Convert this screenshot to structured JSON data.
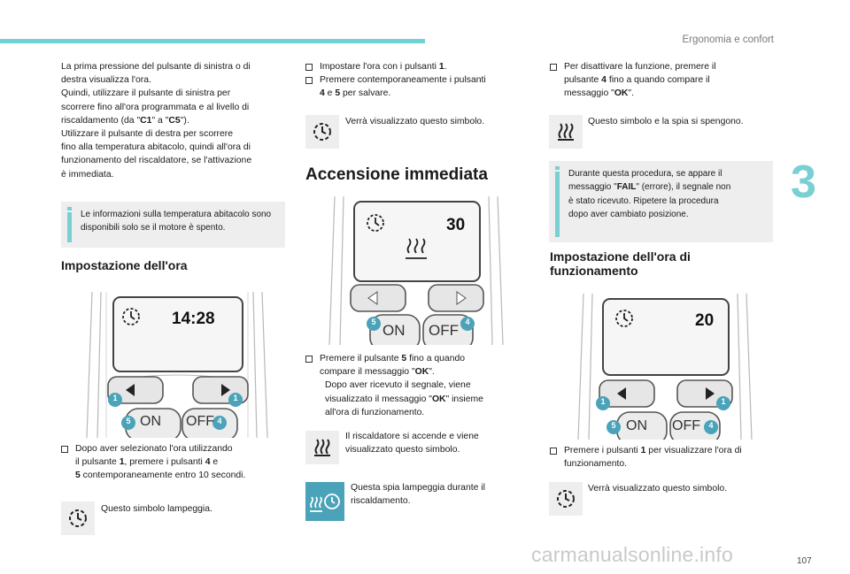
{
  "header": {
    "section": "Ergonomia e confort",
    "chapter": "3"
  },
  "page_number": "107",
  "watermark": "carmanualsonline.info",
  "col1": {
    "intro": [
      "La prima pressione del pulsante di sinistra o di",
      "destra visualizza l'ora.",
      "Quindi, utilizzare il pulsante di sinistra per",
      "scorrere fino all'ora programmata e al livello di",
      "riscaldamento (da \"",
      "C1",
      "\" a \"",
      "C5",
      "\").",
      "Utilizzare il pulsante di destra per scorrere",
      "fino alla temperatura abitacolo, quindi all'ora di",
      "funzionamento del riscaldatore, se l'attivazione",
      "è immediata."
    ],
    "note": "Le informazioni sulla temperatura abitacolo sono disponibili solo se il motore è spento.",
    "heading": "Impostazione dell'ora",
    "display_value": "14:28",
    "step": [
      "Dopo aver selezionato l'ora utilizzando",
      "il pulsante ",
      "1",
      ", premere i pulsanti ",
      "4",
      " e",
      "5",
      " contemporaneamente entro 10 secondi."
    ],
    "icon_caption": "Questo simbolo lampeggia."
  },
  "col2": {
    "steps_top": [
      "Impostare l'ora con i pulsanti ",
      "1",
      ".",
      "Premere contemporaneamente i pulsanti",
      "4",
      " e ",
      "5",
      " per salvare."
    ],
    "icon_caption_1": "Verrà visualizzato questo simbolo.",
    "heading": "Accensione immediata",
    "display_value": "30",
    "step": [
      "Premere il pulsante ",
      "5",
      " fino a quando",
      "compare il messaggio \"",
      "OK",
      "\".",
      "Dopo aver ricevuto il segnale, viene",
      "visualizzato il messaggio \"",
      "OK",
      "\" insieme",
      "all'ora di funzionamento."
    ],
    "icon_caption_2": [
      "Il riscaldatore si accende e viene",
      "visualizzato questo simbolo."
    ],
    "icon_caption_3": [
      "Questa spia lampeggia durante il",
      "riscaldamento."
    ]
  },
  "col3": {
    "step_top": [
      "Per disattivare la funzione, premere il",
      "pulsante ",
      "4",
      " fino a quando compare il",
      "messaggio \"",
      "OK",
      "\"."
    ],
    "icon_caption": "Questo simbolo e la spia si spengono.",
    "note": [
      "Durante questa procedura, se appare il",
      "messaggio \"",
      "FAIL",
      "\" (errore), il segnale non",
      "è stato ricevuto. Ripetere la procedura",
      "dopo aver cambiato posizione."
    ],
    "heading": [
      "Impostazione dell'ora di",
      "funzionamento"
    ],
    "display_value": "20",
    "step": [
      "Premere i pulsanti ",
      "1",
      " per visualizzare l'ora di",
      "funzionamento."
    ],
    "icon_caption_2": "Verrà visualizzato questo simbolo."
  },
  "remote": {
    "on_label": "ON",
    "off_label": "OFF",
    "badge_left": "1",
    "badge_right": "1",
    "badge_on": "5",
    "badge_off": "4"
  },
  "colors": {
    "accent": "#79cfd2",
    "badge": "#4aa3b8",
    "note_bg": "#eeeeee"
  }
}
